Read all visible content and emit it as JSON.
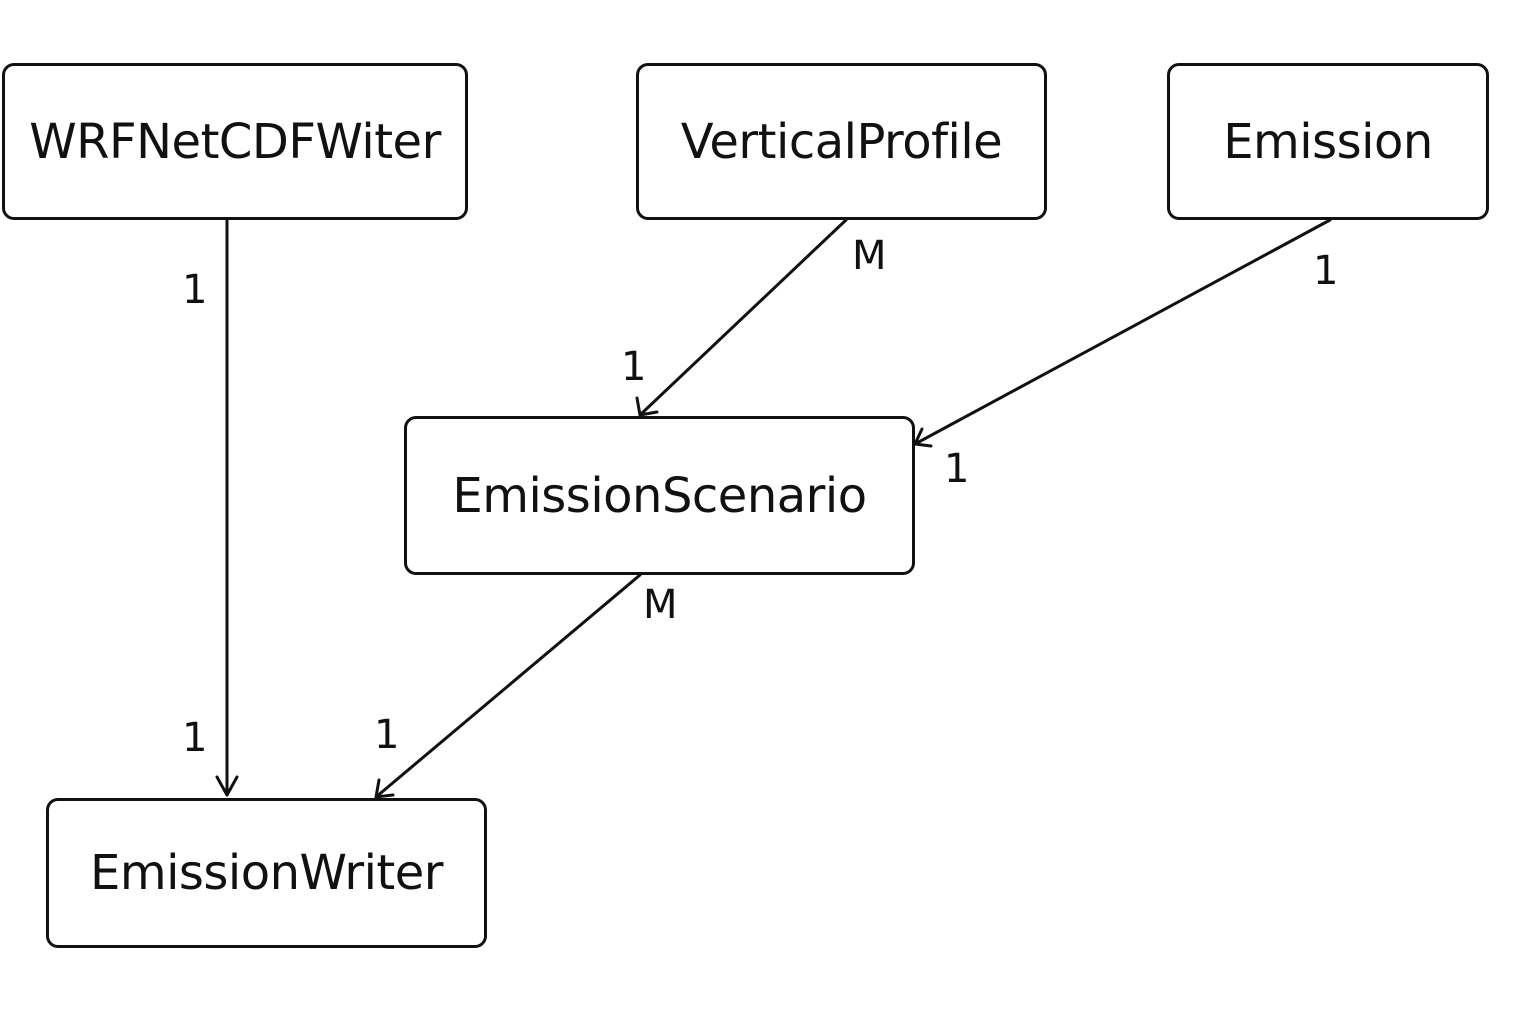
{
  "classes": {
    "wrf_netcdf_writer": "WRFNetCDFWiter",
    "vertical_profile": "VerticalProfile",
    "emission": "Emission",
    "emission_scenario": "EmissionScenario",
    "emission_writer": "EmissionWriter"
  },
  "associations": {
    "wrf_to_writer": {
      "from": "wrf_netcdf_writer",
      "to": "emission_writer",
      "source_mult": "1",
      "target_mult": "1"
    },
    "profile_to_scenario": {
      "from": "vertical_profile",
      "to": "emission_scenario",
      "source_mult": "M",
      "target_mult": "1"
    },
    "emission_to_scenario": {
      "from": "emission",
      "to": "emission_scenario",
      "source_mult": "1",
      "target_mult": "1"
    },
    "scenario_to_writer": {
      "from": "emission_scenario",
      "to": "emission_writer",
      "source_mult": "M",
      "target_mult": "1"
    }
  }
}
